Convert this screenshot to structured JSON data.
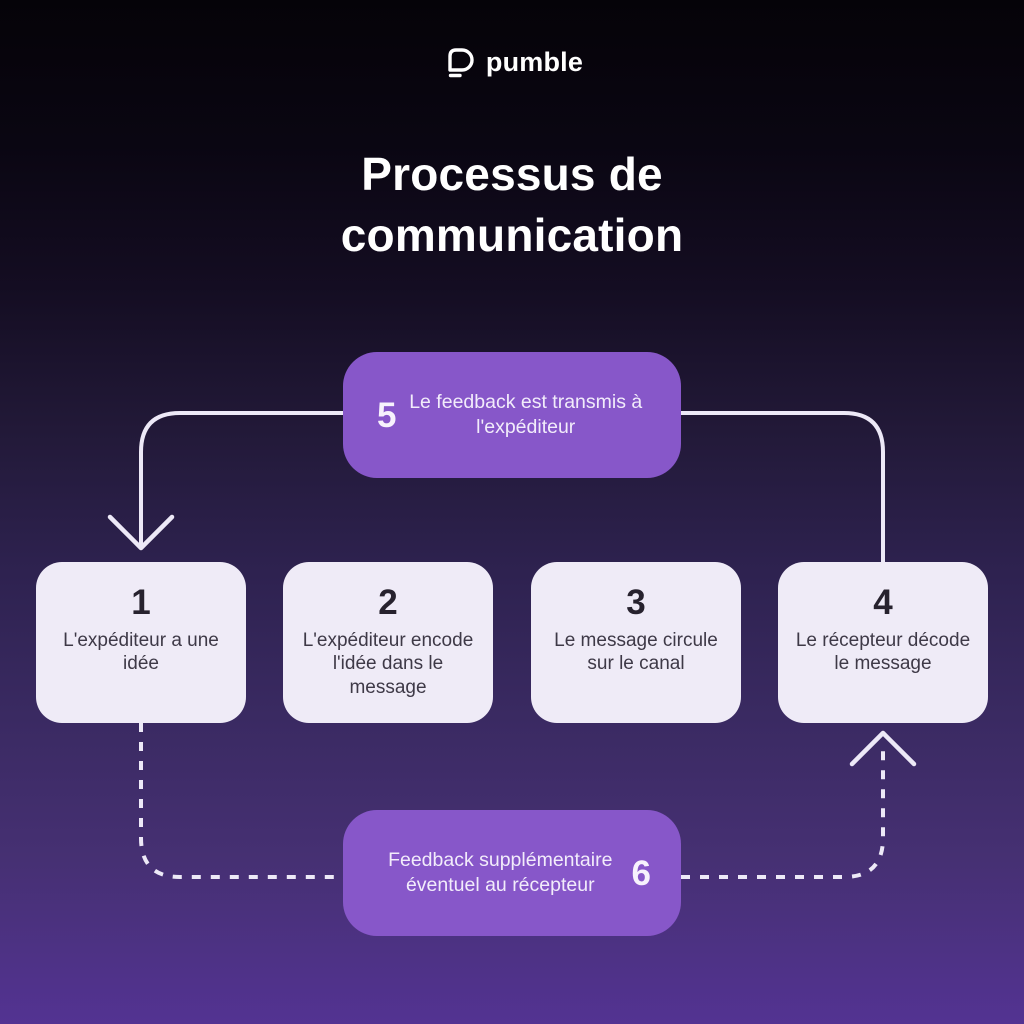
{
  "logo": {
    "brand": "pumble",
    "icon": "speech-bubble-icon"
  },
  "title": {
    "line1": "Processus de",
    "line2": "communication"
  },
  "diagram": {
    "steps": [
      {
        "number": "1",
        "text": "L'expéditeur a une idée"
      },
      {
        "number": "2",
        "text": "L'expéditeur encode l'idée dans le message"
      },
      {
        "number": "3",
        "text": "Le message circule sur le canal"
      },
      {
        "number": "4",
        "text": "Le récepteur décode le message"
      },
      {
        "number": "5",
        "text": "Le feedback est transmis à l'expéditeur"
      },
      {
        "number": "6",
        "text": "Feedback supplémentaire éventuel au récepteur"
      }
    ],
    "colors": {
      "accent_purple": "#8757C9",
      "light_box": "#EFEBF7",
      "connector_line": "#EDE9F7",
      "dark_number_text": "#27222E",
      "dark_body_text": "#3E3947",
      "background_top": "#050308",
      "background_bottom": "#533392"
    }
  }
}
